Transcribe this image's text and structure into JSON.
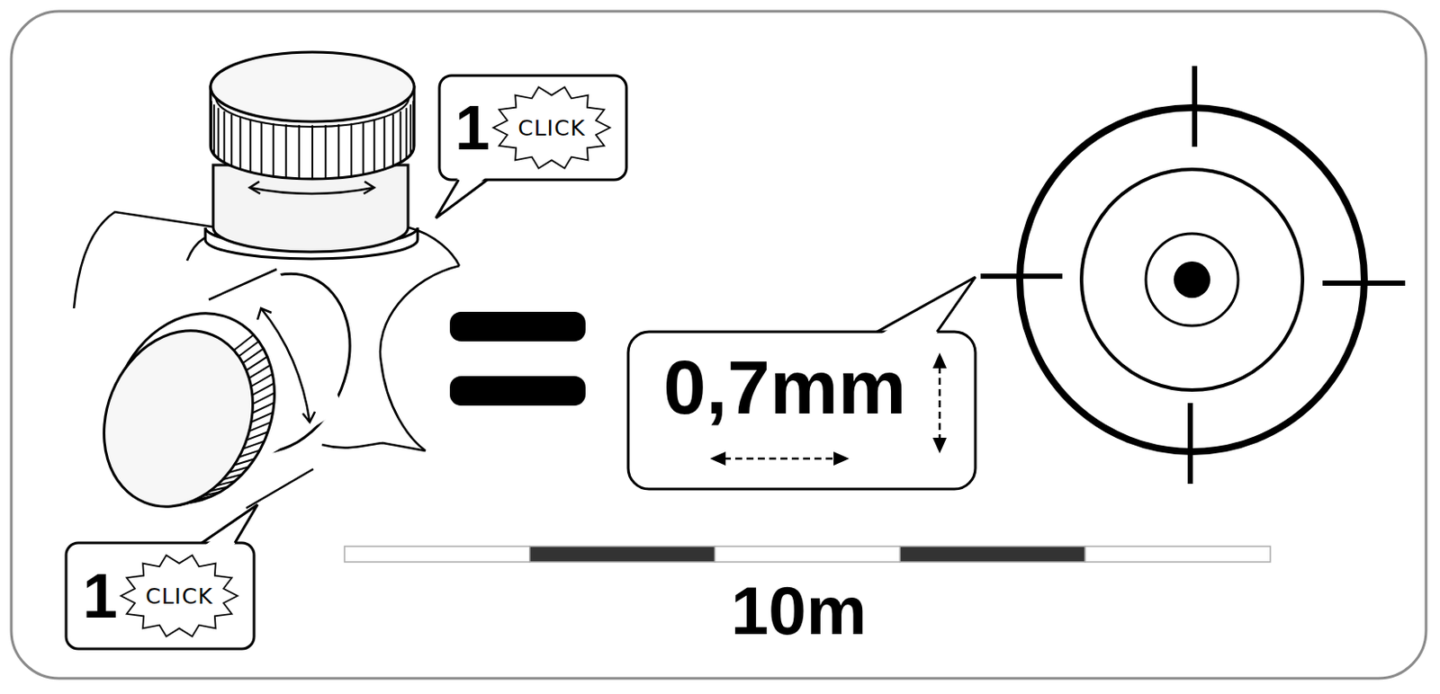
{
  "diagram": {
    "nodes": [
      {
        "text": [
          "1",
          "CLICK"
        ]
      },
      {
        "text": [
          "0,7mm"
        ]
      },
      {
        "text": [
          "1",
          "CLICK"
        ]
      }
    ],
    "labels": [
      "10m"
    ]
  }
}
